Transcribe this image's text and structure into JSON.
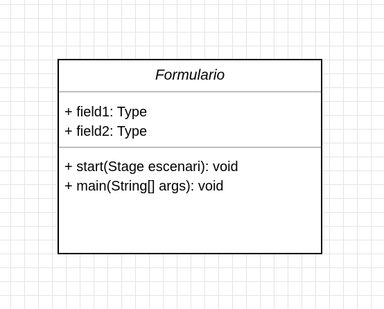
{
  "class": {
    "name": "Formulario",
    "attributes": [
      "+ field1: Type",
      "+ field2: Type"
    ],
    "operations": [
      "+ start(Stage escenari): void",
      "+ main(String[] args): void"
    ]
  }
}
